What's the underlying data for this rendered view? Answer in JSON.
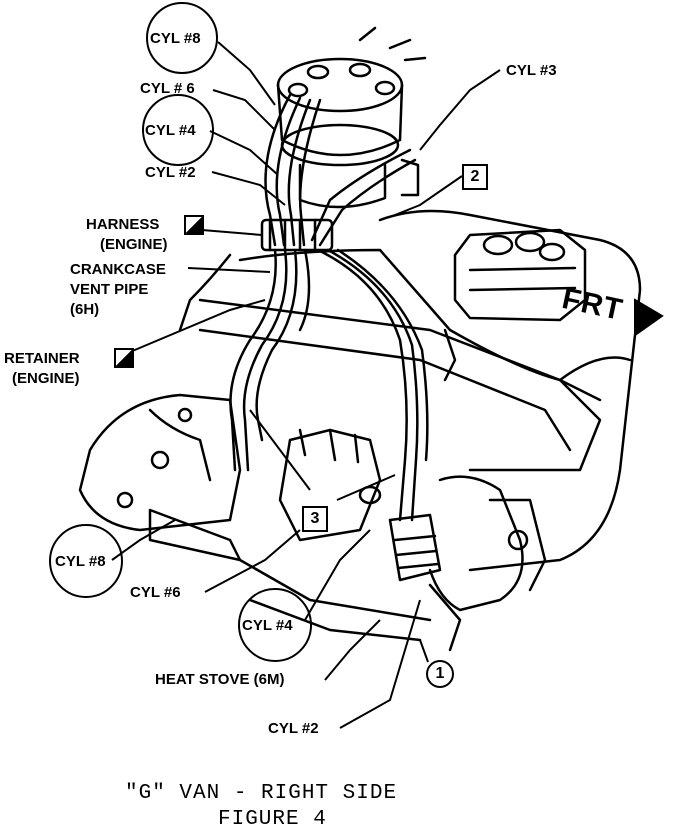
{
  "labels": {
    "cyl8_top": "CYL #8",
    "cyl6_top": "CYL # 6",
    "cyl4_top": "CYL #4",
    "cyl2_top": "CYL #2",
    "cyl3": "CYL #3",
    "harness_1": "HARNESS",
    "harness_2": "(ENGINE)",
    "crank_1": "CRANKCASE",
    "crank_2": "VENT PIPE",
    "crank_3": "(6H)",
    "retainer_1": "RETAINER",
    "retainer_2": "(ENGINE)",
    "cyl8_bottom": "CYL #8",
    "cyl6_bottom": "CYL #6",
    "cyl4_bottom": "CYL #4",
    "heat_stove": "HEAT STOVE (6M)",
    "cyl2_bottom": "CYL #2",
    "frt": "FRT"
  },
  "callouts": {
    "box2": "2",
    "box3": "3",
    "circle1": "1"
  },
  "caption": {
    "line1": "\"G\" VAN - RIGHT SIDE",
    "line2": "FIGURE 4"
  }
}
